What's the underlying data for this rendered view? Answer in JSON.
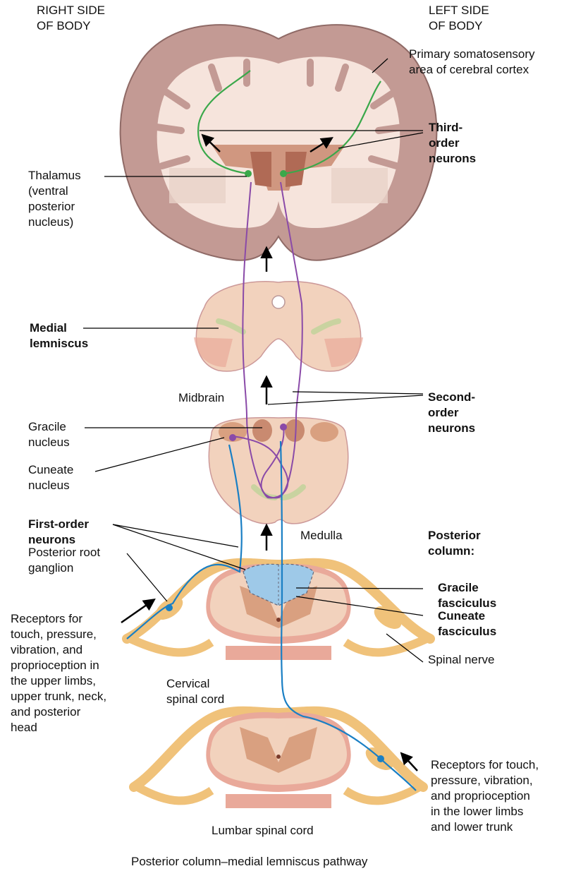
{
  "labels": {
    "right_side": [
      "RIGHT SIDE",
      "OF BODY"
    ],
    "left_side": [
      "LEFT SIDE",
      "OF BODY"
    ],
    "primary_somatosensory": [
      "Primary somatosensory",
      "area of cerebral cortex"
    ],
    "third_order": [
      "Third-",
      "order",
      "neurons"
    ],
    "thalamus": [
      "Thalamus",
      "(ventral",
      "posterior",
      "nucleus)"
    ],
    "medial_lemniscus": [
      "Medial",
      "lemniscus"
    ],
    "midbrain": "Midbrain",
    "second_order": [
      "Second-",
      "order",
      "neurons"
    ],
    "gracile_nucleus": [
      "Gracile",
      "nucleus"
    ],
    "cuneate_nucleus": [
      "Cuneate",
      "nucleus"
    ],
    "first_order": [
      "First-order",
      "neurons"
    ],
    "medulla": "Medulla",
    "posterior_column": [
      "Posterior",
      "column:"
    ],
    "gracile_fasciculus": [
      "Gracile",
      "fasciculus"
    ],
    "cuneate_fasciculus": [
      "Cuneate",
      "fasciculus"
    ],
    "posterior_root_ganglion": [
      "Posterior root",
      "ganglion"
    ],
    "receptors_upper": [
      "Receptors for",
      "touch, pressure,",
      "vibration, and",
      "proprioception in",
      "the upper limbs,",
      "upper trunk, neck,",
      "and posterior",
      "head"
    ],
    "spinal_nerve": "Spinal nerve",
    "cervical": [
      "Cervical",
      "spinal cord"
    ],
    "receptors_lower": [
      "Receptors for touch,",
      "pressure, vibration,",
      "and proprioception",
      "in the lower limbs",
      "and lower trunk"
    ],
    "lumbar": "Lumbar spinal cord",
    "caption": "Posterior column–medial lemniscus pathway"
  },
  "colors": {
    "first_order_neuron": "#1a7fc4",
    "second_order_neuron": "#8a4aa8",
    "third_order_neuron": "#3aa84a",
    "cortex": "#c39a94",
    "white_matter": "#f6e4dc",
    "nerve": "#f0c27a"
  }
}
